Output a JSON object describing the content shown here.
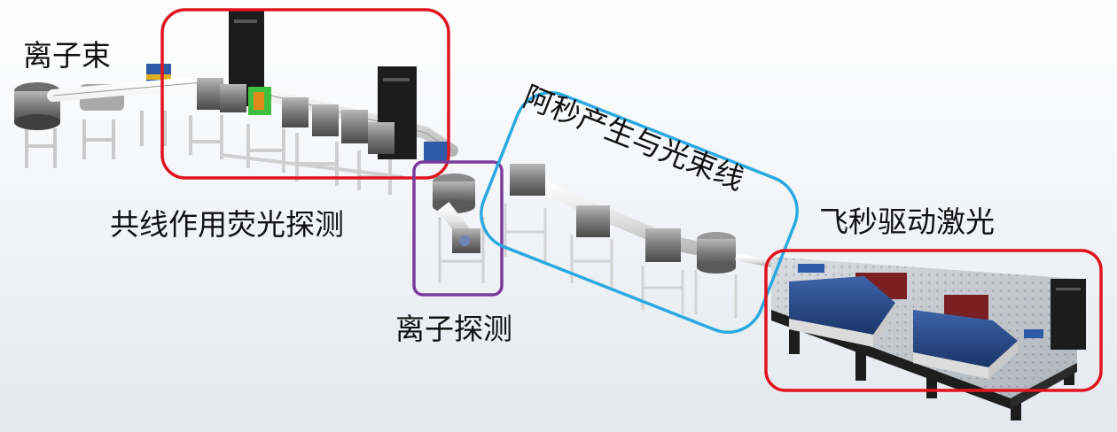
{
  "labels": {
    "ion_beam": "离子束",
    "collinear_fluorescence": "共线作用荧光探测",
    "ion_detection": "离子探测",
    "attosecond_beamline": "阿秒产生与光束线",
    "fs_laser": "飞秒驱动激光"
  },
  "colors": {
    "highlight_red": "#e0141e",
    "highlight_purple": "#7a3a9a",
    "highlight_cyan": "#2aa9e0",
    "machine_gray": "#8a8a8a",
    "laser_blue": "#1e3f7a",
    "frame_white": "#f4f4f4",
    "cabinet_black": "#1c1c1c"
  }
}
